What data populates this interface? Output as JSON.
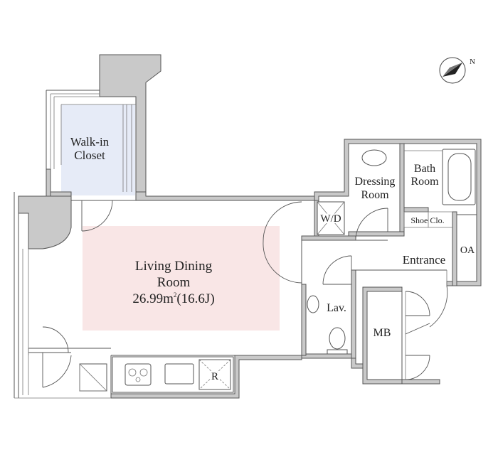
{
  "rooms": {
    "walk_in_closet": {
      "line1": "Walk-in",
      "line2": "Closet"
    },
    "dressing_room": {
      "line1": "Dressing",
      "line2": "Room"
    },
    "bath_room": {
      "line1": "Bath",
      "line2": "Room"
    },
    "living_dining": {
      "line1": "Living Dining",
      "line2": "Room",
      "area_value": "26.99m",
      "area_sup": "2",
      "area_tatami": "(16.6J)"
    },
    "washer_dryer": "W/D",
    "shoe_closet": "Shoe Clo.",
    "entrance": "Entrance",
    "outdoor_air": "OA",
    "lavatory": "Lav.",
    "meter_box": "MB",
    "refrigerator": "R"
  },
  "compass": {
    "label": "N"
  },
  "colors": {
    "wall": "#c9c9c9",
    "closet_highlight": "#e6ebf7",
    "living_highlight": "#f9e6e6",
    "outline": "#555555"
  }
}
